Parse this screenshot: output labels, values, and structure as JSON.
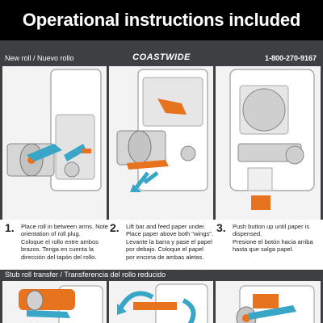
{
  "banner": {
    "title": "Operational instructions included"
  },
  "header": {
    "section_new": "New roll / Nuevo rollo",
    "brand": "COASTWIDE",
    "phone": "1-800-270-9167"
  },
  "steps": [
    {
      "number": "1.",
      "text_en": "Place roll in between arms. Note orientation of roll plug.",
      "text_es": "Coloque el rollo entre ambos brazos. Tenga en cuenta la dirección del tapón del rollo."
    },
    {
      "number": "2.",
      "text_en": "Lift bar and feed paper under. Place paper above both \"wings\".",
      "text_es": "Levante la barra y pase el papel por debajo. Coloque el papel por encima de ambas aletas."
    },
    {
      "number": "3.",
      "text_en": "Push button up until paper is dispensed.",
      "text_es": "Presione el botón hacia arriba hasta que salga papel."
    }
  ],
  "stub_section": {
    "title": "Stub roll transfer / Transferencia del rollo reducido"
  },
  "colors": {
    "accent_orange": "#e8731e",
    "accent_blue": "#3aa6c7",
    "dark_bg": "#3d3f42"
  }
}
